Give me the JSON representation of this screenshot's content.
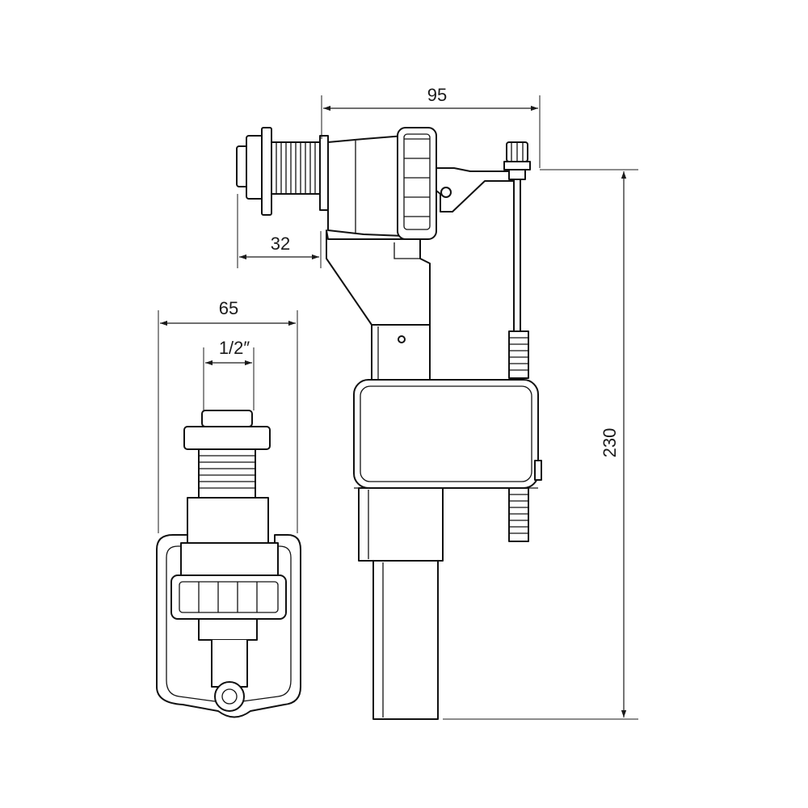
{
  "dimensions": {
    "width_total": "95",
    "inlet_offset": "32",
    "float_width": "65",
    "thread_size": "1/2″",
    "height_total": "230"
  }
}
